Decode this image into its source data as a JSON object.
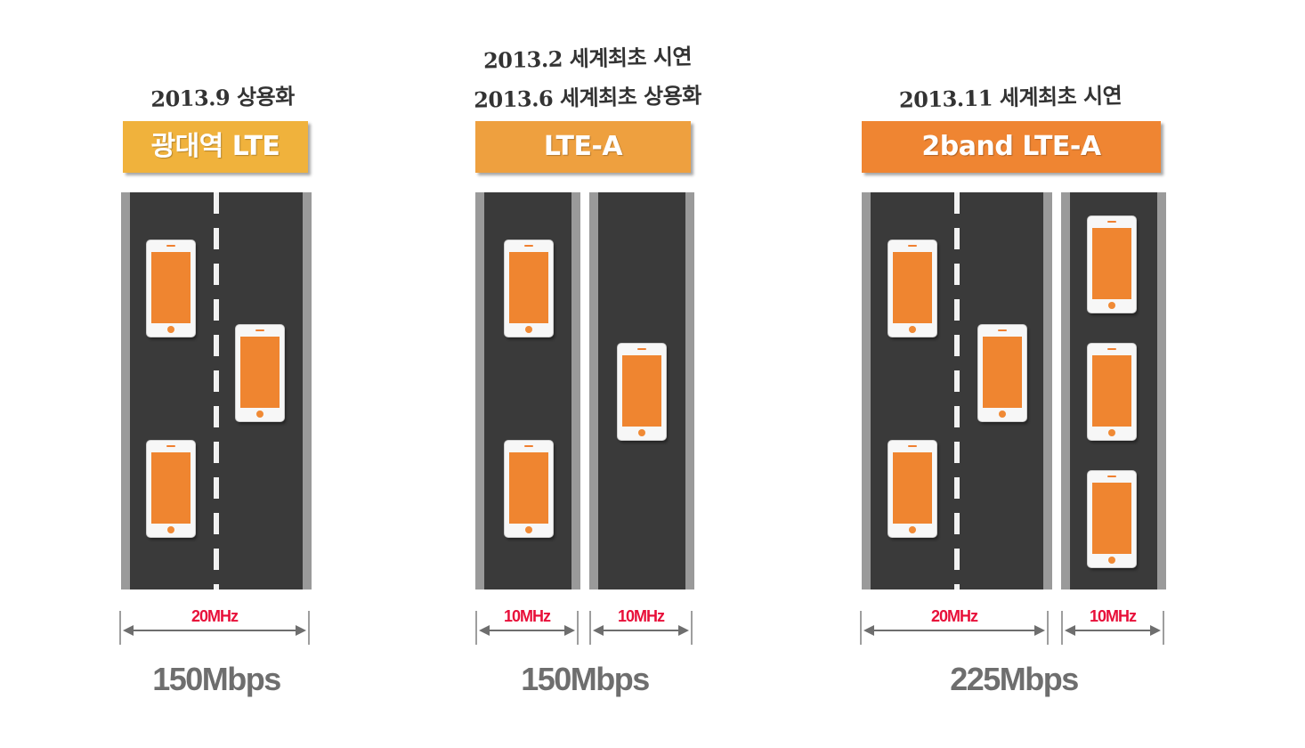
{
  "groups": [
    {
      "notes": [
        "2013.9 상용화"
      ],
      "title": "광대역 LTE",
      "title_color": "#f0b23c",
      "bandwidths": [
        "20MHz"
      ],
      "speed": "150Mbps"
    },
    {
      "notes": [
        "2013.2 세계최초 시연",
        "2013.6 세계최초 상용화"
      ],
      "title": "LTE-A",
      "title_color": "#eea03f",
      "bandwidths": [
        "10MHz",
        "10MHz"
      ],
      "speed": "150Mbps"
    },
    {
      "notes": [
        "2013.11 세계최초 시연"
      ],
      "title": "2band LTE-A",
      "title_color": "#ef8532",
      "bandwidths": [
        "20MHz",
        "10MHz"
      ],
      "speed": "225Mbps"
    }
  ],
  "colors": {
    "road": "#3a3a3a",
    "road_edge": "#9a9a9a",
    "phone_screen": "#ef8530",
    "bandwidth_label": "#e8103a",
    "speed_text": "#6e6e6e"
  },
  "icons": [
    "smartphone-icon",
    "lane-dash-line",
    "dimension-arrow"
  ]
}
